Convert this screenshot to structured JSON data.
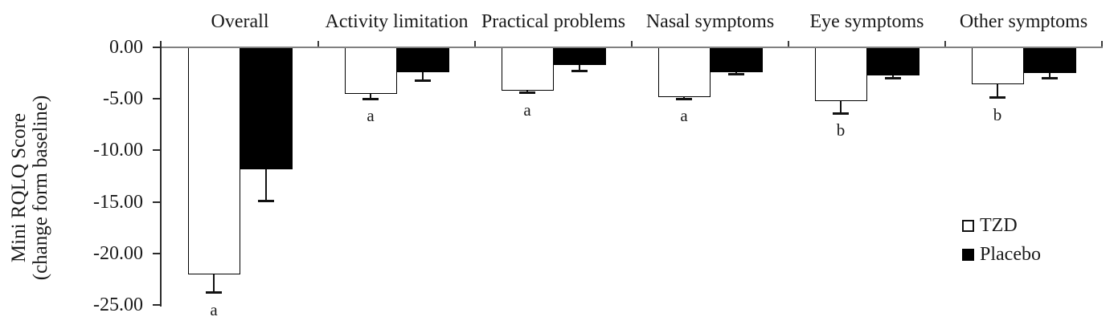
{
  "chart_data": {
    "type": "bar",
    "title": "",
    "categories": [
      "Overall",
      "Activity limitation",
      "Practical problems",
      "Nasal symptoms",
      "Eye symptoms",
      "Other symptoms"
    ],
    "series": [
      {
        "name": "TZD",
        "fill": "#ffffff",
        "outline": "#000000",
        "values": [
          -22.0,
          -4.5,
          -4.2,
          -4.8,
          -5.2,
          -3.6
        ],
        "errors": [
          1.8,
          0.5,
          0.2,
          0.2,
          1.2,
          1.3
        ],
        "letters": [
          "a",
          "a",
          "a",
          "a",
          "b",
          "b"
        ]
      },
      {
        "name": "Placebo",
        "fill": "#000000",
        "outline": "#000000",
        "values": [
          -11.8,
          -2.4,
          -1.7,
          -2.4,
          -2.7,
          -2.5
        ],
        "errors": [
          3.1,
          0.8,
          0.6,
          0.2,
          0.3,
          0.5
        ],
        "letters": [
          "",
          "",
          "",
          "",
          "",
          ""
        ]
      }
    ],
    "ylabel_line1": "Mini RQLQ Score",
    "ylabel_line2": "(change form baseline)",
    "yticks": [
      "0.00",
      "-5.00",
      "-10.00",
      "-15.00",
      "-20.00",
      "-25.00"
    ],
    "ylim": [
      0,
      -25
    ],
    "grid": false,
    "legend_position": "right",
    "error_bar_style": "one-sided, extending downward away from zero with end cap",
    "axis_color": "#2b2b2b",
    "baseline_color": "#808080"
  }
}
